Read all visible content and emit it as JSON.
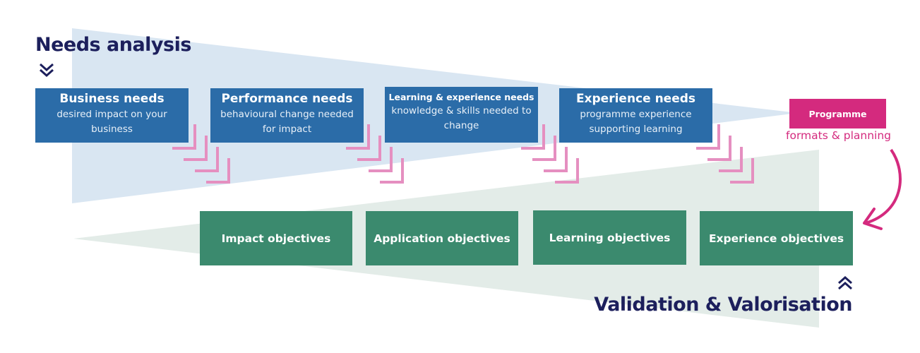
{
  "needs_analysis": {
    "title": "Needs analysis",
    "chevron_icon": "double-chevron-down-icon"
  },
  "needs": [
    {
      "title": "Business needs",
      "subtitle": "desired impact on your business"
    },
    {
      "title": "Performance needs",
      "subtitle": "behavioural change needed for impact"
    },
    {
      "title": "Learning & experience needs",
      "subtitle": "knowledge & skills needed to change"
    },
    {
      "title": "Experience needs",
      "subtitle": "programme experience supporting learning"
    }
  ],
  "programme": {
    "title": "Programme",
    "subtitle": "formats & planning"
  },
  "objectives": [
    {
      "label": "Impact objectives"
    },
    {
      "label": "Application objectives"
    },
    {
      "label": "Learning objectives"
    },
    {
      "label": "Experience objectives"
    }
  ],
  "validation": {
    "title": "Validation & Valorisation",
    "chevron_icon": "double-chevron-up-icon"
  },
  "colors": {
    "needs_box": "#2b6ca8",
    "objective_box": "#3b8a6e",
    "programme": "#d42a7e",
    "step_arrows": "#e58fc0",
    "funnel_blue": "#d9e6f2",
    "funnel_green": "#e3ece8",
    "title": "#1c1f5c"
  }
}
